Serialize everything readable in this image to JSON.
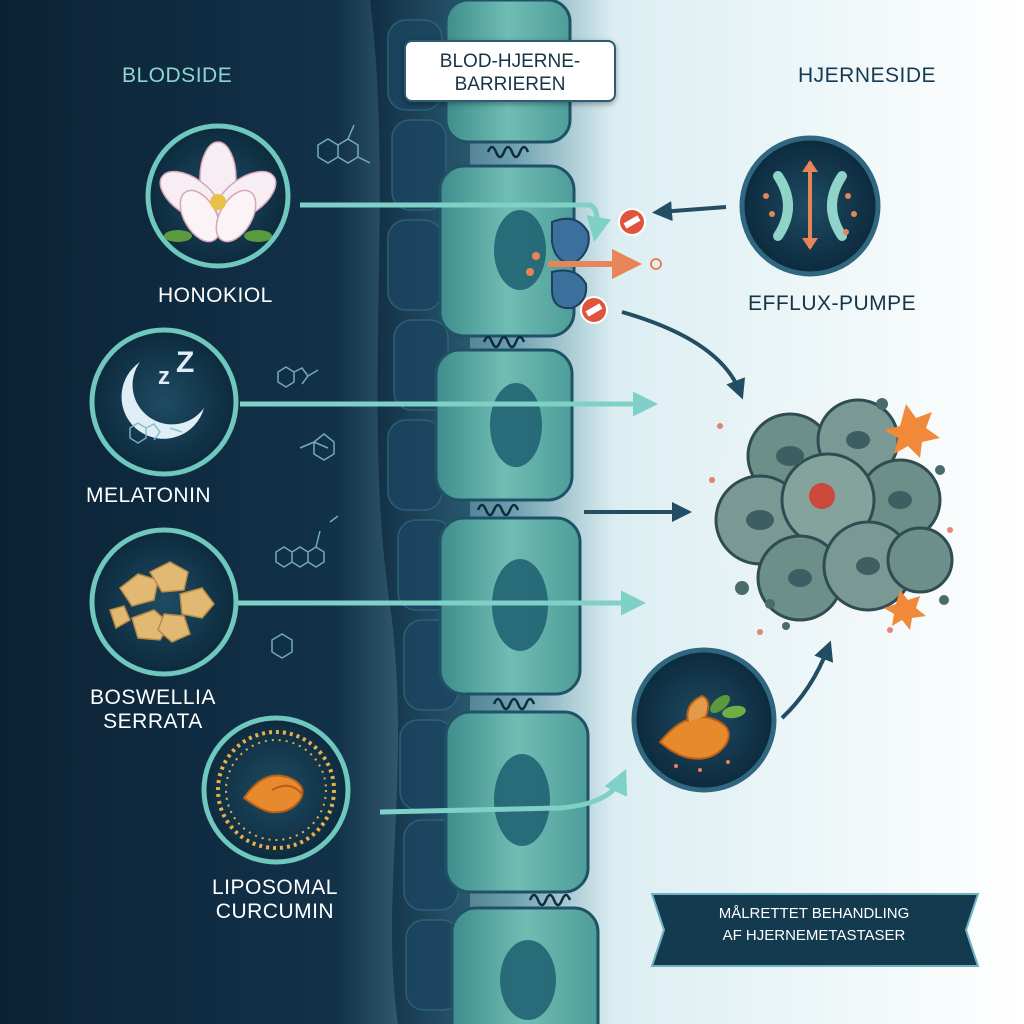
{
  "labels": {
    "blood_side": "BLODSIDE",
    "barrier": "BLOD-HJERNE-BARRIEREN",
    "brain_side": "HJERNESIDE",
    "efflux_pump": "EFFLUX-PUMPE",
    "banner_line1": "MÅLRETTET BEHANDLING",
    "banner_line2": "AF HJERNEMETASTASER"
  },
  "compounds": [
    {
      "id": "honokiol",
      "label": "HONOKIOL",
      "icon": "magnolia-flower-icon"
    },
    {
      "id": "melatonin",
      "label": "MELATONIN",
      "icon": "moon-sleep-icon"
    },
    {
      "id": "boswellia",
      "label_line1": "BOSWELLIA",
      "label_line2": "SERRATA",
      "icon": "resin-crystals-icon"
    },
    {
      "id": "curcumin",
      "label_line1": "LIPOSOMAL",
      "label_line2": "CURCUMIN",
      "icon": "liposome-turmeric-icon"
    }
  ],
  "icons": {
    "efflux": "efflux-pump-icon",
    "tumor": "tumor-cluster-icon",
    "turmeric_brain": "turmeric-root-icon",
    "blocked": "blocked-sign-icon"
  },
  "colors": {
    "blood_bg": "#0b2235",
    "brain_bg": "#f4fafb",
    "cell_fill": "#5aa9a3",
    "arrow": "#7fd0c6",
    "arrow_dark": "#234d63",
    "efflux_orange": "#e8845a",
    "block_red": "#e0533f"
  }
}
